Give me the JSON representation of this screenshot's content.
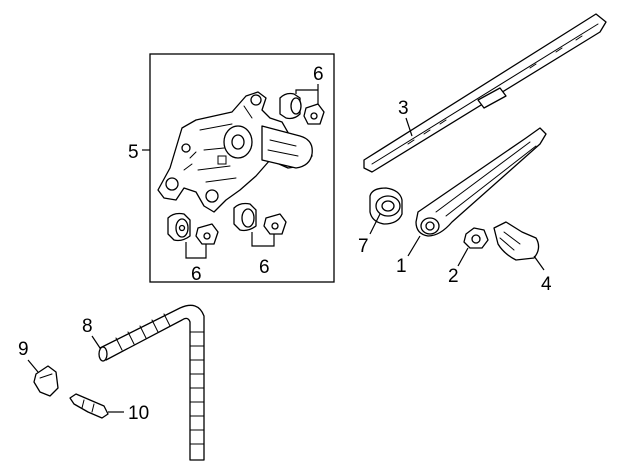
{
  "callouts": {
    "c1": "1",
    "c2": "2",
    "c3": "3",
    "c4": "4",
    "c5": "5",
    "c6a": "6",
    "c6b": "6",
    "c6c": "6",
    "c7": "7",
    "c8": "8",
    "c9": "9",
    "c10": "10"
  },
  "colors": {
    "line": "#000000",
    "fill": "#ffffff",
    "shade": "#d9d9d9"
  },
  "icons": {
    "motor": "wiper-motor-assembly-icon",
    "blade": "wiper-blade-icon",
    "arm": "wiper-arm-icon",
    "nut": "nut-icon",
    "cap": "arm-cap-icon",
    "grommet": "grommet-icon",
    "bushing": "bushing-icon",
    "spacer": "spacer-icon",
    "hose": "washer-hose-icon",
    "nozzle": "washer-nozzle-icon",
    "connector": "hose-connector-icon"
  }
}
